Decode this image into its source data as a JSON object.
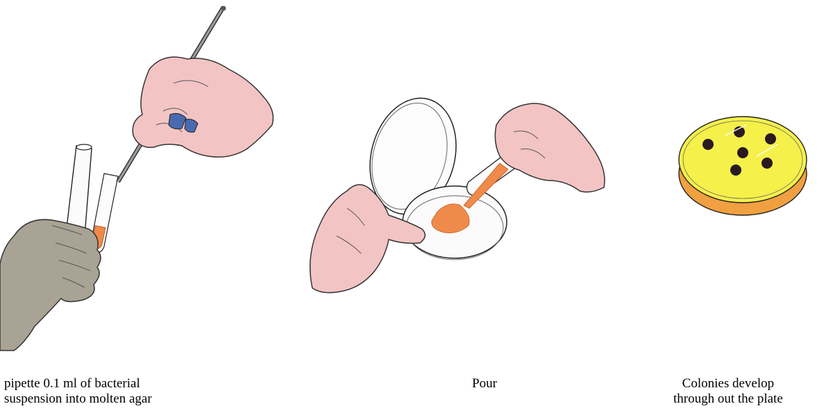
{
  "steps": [
    {
      "caption_line1": "pipette 0.1 ml of bacterial",
      "caption_line2": "suspension into molten agar"
    },
    {
      "caption_line1": "Pour"
    },
    {
      "caption_line1": "Colonies develop",
      "caption_line2": "through out the plate"
    }
  ],
  "colors": {
    "skin": "#f3c4c4",
    "glove": "#a9a395",
    "agar_molten": "#f08a4a",
    "agar_plate": "#f5f04a",
    "agar_side": "#f0a040",
    "colony": "#2a1a20",
    "outline": "#222222",
    "pipette": "#8a8a8a",
    "blue_cap": "#4a6ab0"
  }
}
